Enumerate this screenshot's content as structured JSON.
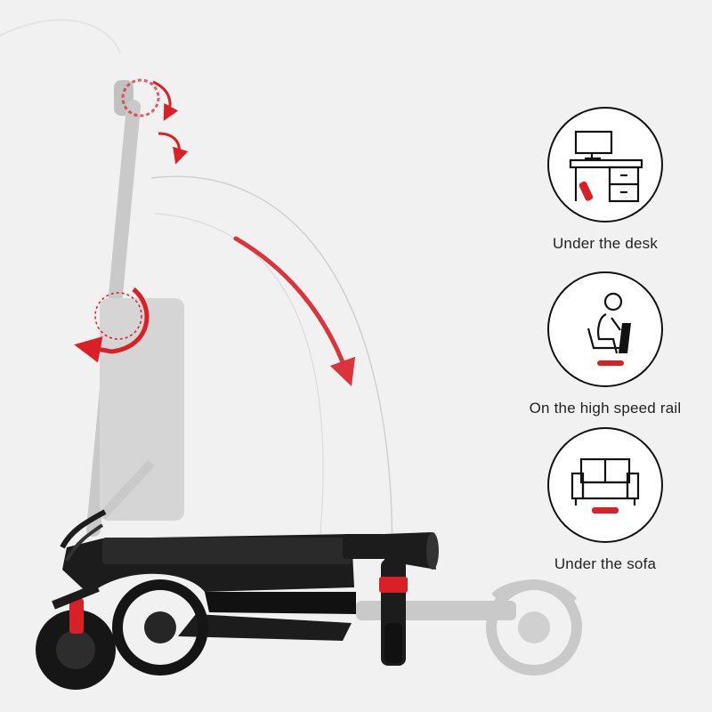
{
  "features": [
    {
      "icon": "desk-icon",
      "caption": "Under the desk"
    },
    {
      "icon": "train-seat-icon",
      "caption": "On the high speed rail"
    },
    {
      "icon": "sofa-icon",
      "caption": "Under the sofa"
    }
  ],
  "colors": {
    "background": "#f1f1f1",
    "accent": "#d92027",
    "scooter": "#1c1c1c",
    "ghost": "#bdbdbd"
  }
}
